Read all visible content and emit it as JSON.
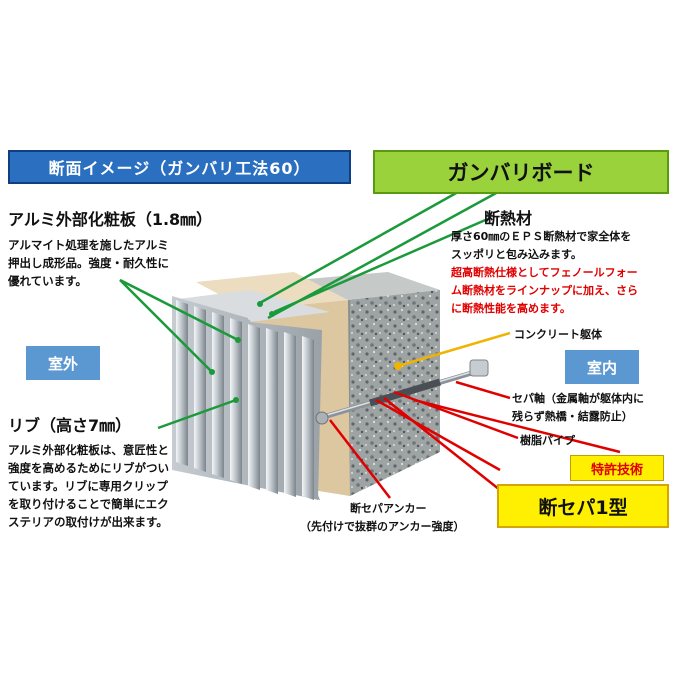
{
  "header": {
    "title": "断面イメージ（ガンバリ工法60）",
    "board_label": "ガンバリボード"
  },
  "aluminum": {
    "heading": "アルミ外部化粧板（1.8㎜）",
    "desc_lines": [
      "アルマイト処理を施したアルミ",
      "押出し成形品。強度・耐久性に",
      "優れています。"
    ]
  },
  "insulation": {
    "heading": "断熱材",
    "desc_lines": [
      "厚さ60㎜のＥＰＳ断熱材で家全体を",
      "スッポリと包み込みます。"
    ],
    "red_lines": [
      "超高断熱仕様としてフェノールフォー",
      "ム断熱材をラインナップに加え、さら",
      "に断熱性能を高めます。"
    ]
  },
  "exterior_label": "室外",
  "interior_label": "室内",
  "rib": {
    "heading": "リブ（高さ7㎜）",
    "desc_lines": [
      "アルミ外部化粧板は、意匠性と",
      "強度を高めるためにリブがつい",
      "ています。リブに専用クリップ",
      "を取り付けることで簡単にエク",
      "ステリアの取付けが出来ます。"
    ]
  },
  "concrete_label": "コンクリート躯体",
  "seppa_axis": {
    "line1": "セパ軸（金属軸が躯体内に",
    "line2": "残らず熱橋・結露防止）"
  },
  "resin_pipe_label": "樹脂パイプ",
  "patent_label": "特許技術",
  "seppa_type_label": "断セパ1型",
  "anchor": {
    "line1": "断セパアンカー",
    "line2": "（先付けで抜群のアンカー強度）"
  },
  "colors": {
    "title_blue": "#2a6fc0",
    "board_green": "#9ad23c",
    "side_blue": "#5b98d2",
    "patent_yellow": "#ffef00",
    "leader_green": "#1a9a3a",
    "leader_orange": "#f0b400",
    "leader_red": "#e00000",
    "note_red": "#e00000"
  }
}
